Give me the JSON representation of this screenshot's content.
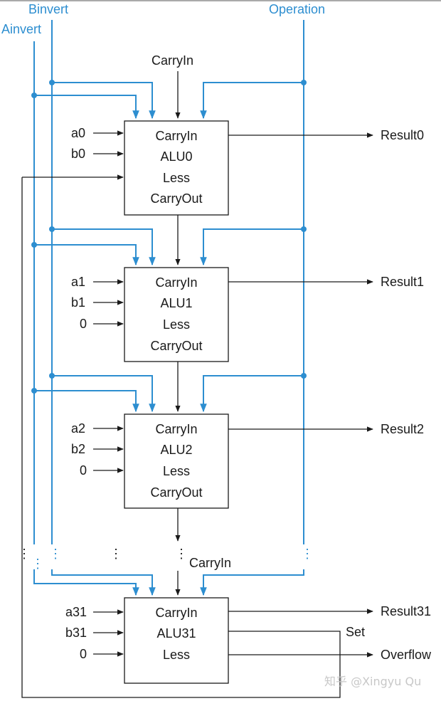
{
  "signals": {
    "binvert": "Binvert",
    "ainvert": "Ainvert",
    "operation": "Operation",
    "carry_in_top": "CarryIn",
    "carry_in_31": "CarryIn",
    "set": "Set",
    "overflow": "Overflow"
  },
  "alus": [
    {
      "a": "a0",
      "b": "b0",
      "less_input": "",
      "name": "ALU0",
      "result": "Result0",
      "carry_in": "CarryIn",
      "less": "Less",
      "carry_out": "CarryOut"
    },
    {
      "a": "a1",
      "b": "b1",
      "less_input": "0",
      "name": "ALU1",
      "result": "Result1",
      "carry_in": "CarryIn",
      "less": "Less",
      "carry_out": "CarryOut"
    },
    {
      "a": "a2",
      "b": "b2",
      "less_input": "0",
      "name": "ALU2",
      "result": "Result2",
      "carry_in": "CarryIn",
      "less": "Less",
      "carry_out": "CarryOut"
    },
    {
      "a": "a31",
      "b": "b31",
      "less_input": "0",
      "name": "ALU31",
      "result": "Result31",
      "carry_in": "CarryIn",
      "less": "Less",
      "carry_out": ""
    }
  ],
  "ellipsis": "⋮",
  "watermark": "知乎 @Xingyu Qu",
  "colors": {
    "control": "#2d8ed0",
    "wire": "#1a1a1a"
  }
}
